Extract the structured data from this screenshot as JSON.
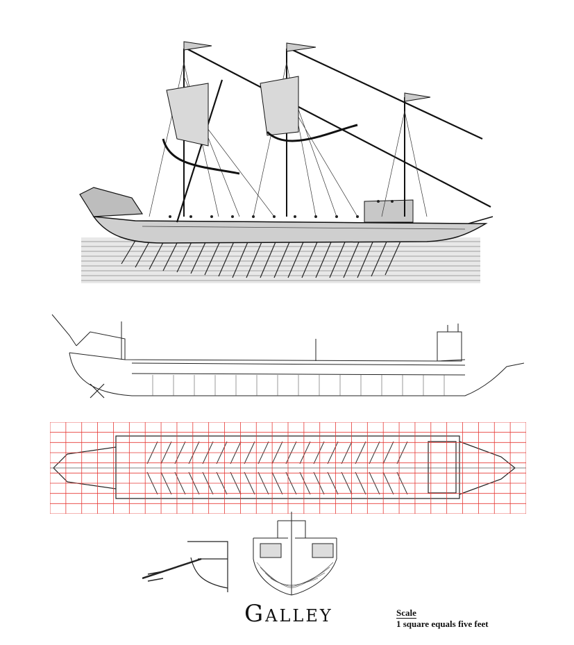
{
  "title": "Galley",
  "scale": {
    "heading": "Scale",
    "text": "1 square equals five feet"
  },
  "grid": {
    "color": "#e53935",
    "columns": 30,
    "rows": 9
  },
  "colors": {
    "ink": "#1a1a1a",
    "water": "#3a3a3a",
    "grid": "#e53935"
  }
}
